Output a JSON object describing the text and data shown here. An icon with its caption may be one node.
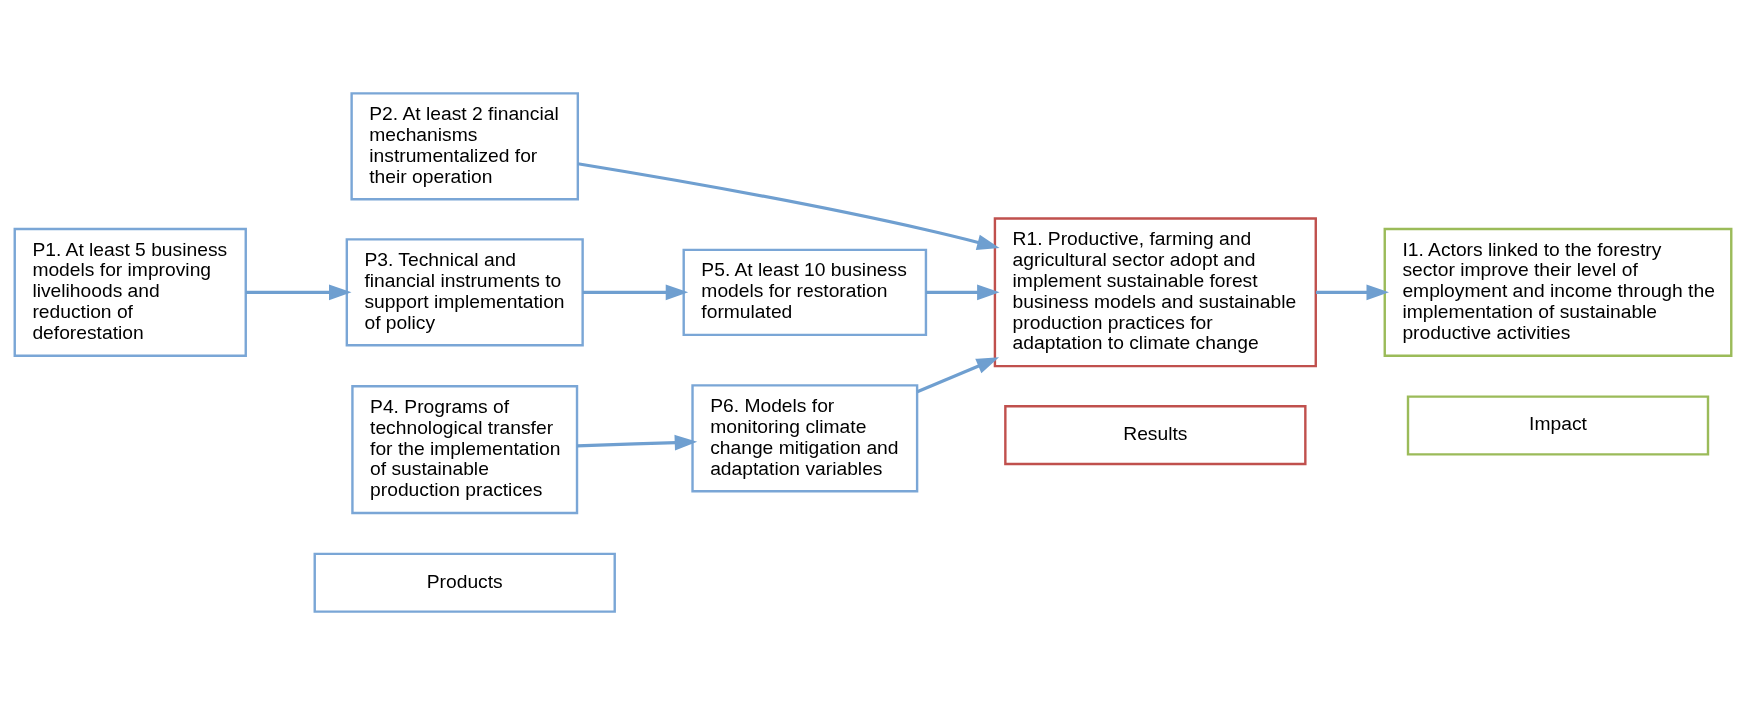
{
  "diagram": {
    "nodes": [
      {
        "text": [
          "Products"
        ]
      },
      {
        "text": [
          "Results"
        ]
      },
      {
        "text": [
          "Impact"
        ]
      },
      {
        "text": [
          "P2. At least 2 financial mechanisms instrumentalized for their operation"
        ]
      },
      {
        "text": [
          "P5. At least 10 business models for restoration formulated"
        ]
      },
      {
        "text": [
          "P1. At least 5 business models for improving livelihoods and reduction of deforestation"
        ]
      },
      {
        "text": [
          "P3. Technical and financial instruments to support implementation of policy"
        ]
      },
      {
        "text": [
          "P6. Models for monitoring climate change mitigation and adaptation variables"
        ]
      },
      {
        "text": [
          "P4. Programs of technological transfer for the implementation of sustainable production practices"
        ]
      },
      {
        "text": [
          "R1. Productive, farming and agricultural sector adopt and implement sustainable forest business models and sustainable production practices for adaptation to climate change"
        ]
      },
      {
        "text": [
          "I1. Actors linked to the forestry sector improve their level of employment and income through the implementation of sustainable productive activities"
        ]
      }
    ],
    "edges": [
      {
        "from": 3,
        "to": 9,
        "arrow": "to"
      },
      {
        "from": 4,
        "to": 9,
        "arrow": "to"
      },
      {
        "from": 5,
        "to": 6,
        "arrow": "to"
      },
      {
        "from": 6,
        "to": 4,
        "arrow": "to"
      },
      {
        "from": 7,
        "to": 9,
        "arrow": "to"
      },
      {
        "from": 8,
        "to": 7,
        "arrow": "to"
      },
      {
        "from": 9,
        "to": 10,
        "arrow": "to"
      }
    ]
  }
}
